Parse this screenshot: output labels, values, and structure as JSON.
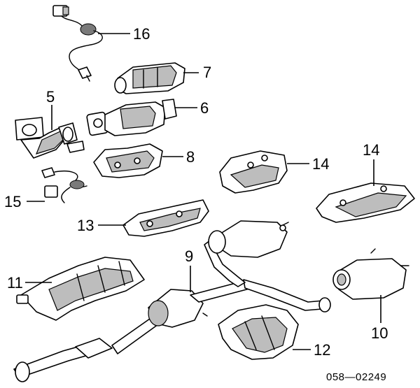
{
  "diagram": {
    "reference_code": "058—02249",
    "callouts": [
      {
        "id": "16",
        "label": "16"
      },
      {
        "id": "7",
        "label": "7"
      },
      {
        "id": "5",
        "label": "5"
      },
      {
        "id": "6",
        "label": "6"
      },
      {
        "id": "8",
        "label": "8"
      },
      {
        "id": "14a",
        "label": "14"
      },
      {
        "id": "14b",
        "label": "14"
      },
      {
        "id": "15",
        "label": "15"
      },
      {
        "id": "13",
        "label": "13"
      },
      {
        "id": "9",
        "label": "9"
      },
      {
        "id": "11",
        "label": "11"
      },
      {
        "id": "10",
        "label": "10"
      },
      {
        "id": "12",
        "label": "12"
      }
    ]
  }
}
